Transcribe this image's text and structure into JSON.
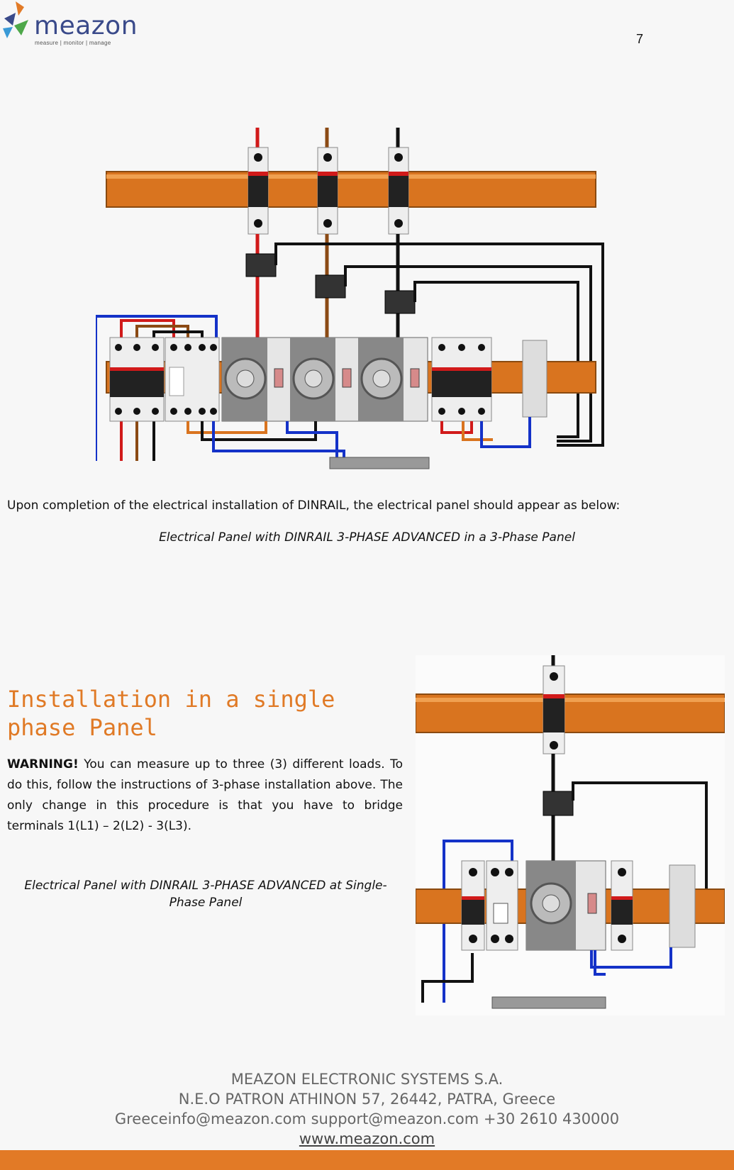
{
  "header": {
    "logo_text": "meazon",
    "logo_tagline": "measure | monitor | manage",
    "page_number": "7"
  },
  "section1": {
    "intro_text": "Upon completion of the electrical installation of DINRAIL, the electrical panel should appear as below:",
    "caption": "Electrical Panel with DINRAIL 3-PHASE ADVANCED in a 3-Phase Panel"
  },
  "section2": {
    "heading": "Installation in a single phase Panel",
    "warning_label": "WARNING!",
    "warning_text": " You can measure up to three (3) different loads. To do this, follow the instructions of 3-phase installation above. The only change in this procedure is that you have to bridge terminals 1(L1) – 2(L2) - 3(L3).",
    "caption": "Electrical Panel with DINRAIL 3-PHASE ADVANCED at Single-Phase Panel"
  },
  "footer": {
    "company": "MEAZON ELECTRONIC SYSTEMS S.A.",
    "address": "N.E.O PATRON ATHINON 57, 26442, PATRA, Greece",
    "contacts": "Greeceinfo@meazon.com   support@meazon.com   +30 2610 430000",
    "website": "www.meazon.com"
  },
  "colors": {
    "accent": "#e27a26",
    "rail": "#d9741f",
    "wire_red": "#d11a1a",
    "wire_brown": "#8b4a14",
    "wire_black": "#111111",
    "wire_blue": "#1432c8"
  }
}
